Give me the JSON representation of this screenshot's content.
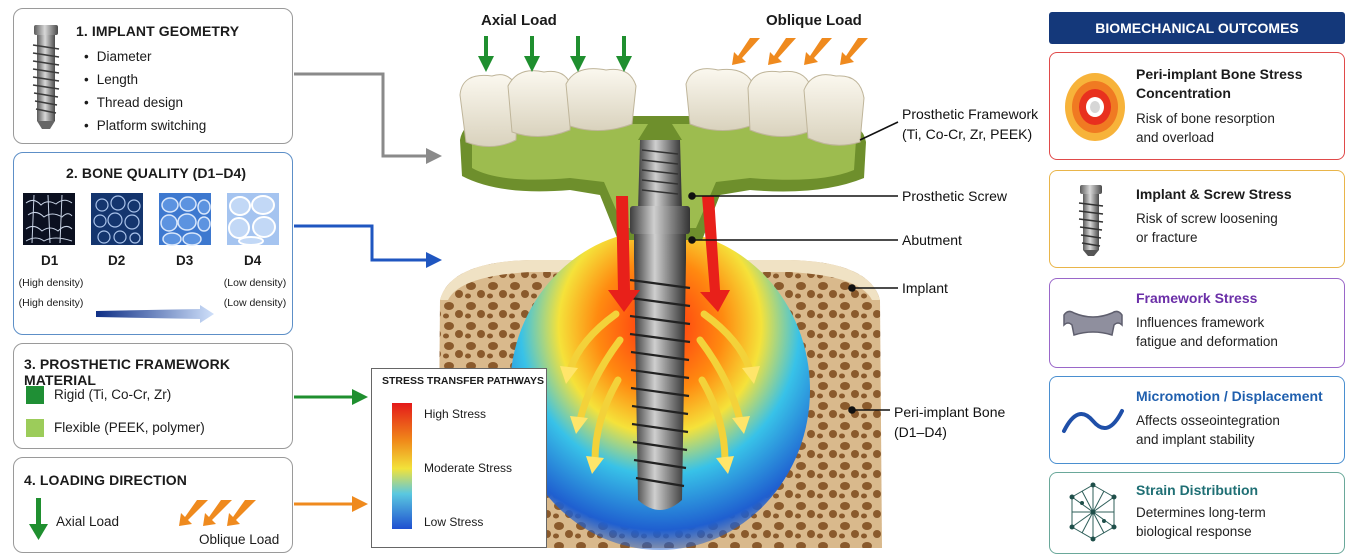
{
  "panels": {
    "geometry": {
      "title": "1. IMPLANT GEOMETRY",
      "items": [
        "Diameter",
        "Length",
        "Thread design",
        "Platform switching"
      ]
    },
    "bone": {
      "title": "2. BONE QUALITY (D1–D4)",
      "classes": [
        {
          "label": "D1",
          "note": "(High density)"
        },
        {
          "label": "D2",
          "note": ""
        },
        {
          "label": "D3",
          "note": ""
        },
        {
          "label": "D4",
          "note": "(Low density)"
        }
      ],
      "note_left_2": "(High density)",
      "note_right_2": "(Low density)"
    },
    "material": {
      "title": "3. PROSTHETIC FRAMEWORK MATERIAL",
      "rigid": "Rigid (Ti, Co-Cr, Zr)",
      "flexible": "Flexible (PEEK, polymer)"
    },
    "loading": {
      "title": "4. LOADING DIRECTION",
      "axial": "Axial Load",
      "oblique": "Oblique Load"
    }
  },
  "center": {
    "axial_label": "Axial Load",
    "oblique_label": "Oblique Load",
    "callouts": {
      "framework": [
        "Prosthetic Framework",
        "(Ti, Co-Cr, Zr, PEEK)"
      ],
      "screw": "Prosthetic Screw",
      "abutment": "Abutment",
      "implant": "Implant",
      "bone": [
        "Peri-implant Bone",
        "(D1–D4)"
      ]
    },
    "legend": {
      "title": "STRESS TRANSFER PATHWAYS",
      "high": "High Stress",
      "moderate": "Moderate Stress",
      "low": "Low Stress"
    }
  },
  "outcomes": {
    "header": "BIOMECHANICAL OUTCOMES",
    "items": [
      {
        "title": [
          "Peri-implant Bone Stress",
          "Concentration"
        ],
        "desc": [
          "Risk of bone resorption",
          "and overload"
        ],
        "color": "#e04a4a",
        "title_color": "#1b1b1b",
        "icon": "stress-target-icon"
      },
      {
        "title": [
          "Implant & Screw Stress"
        ],
        "desc": [
          "Risk of screw loosening",
          "or fracture"
        ],
        "color": "#e9b54a",
        "title_color": "#1b1b1b",
        "icon": "implant-screw-icon"
      },
      {
        "title": [
          "Framework Stress"
        ],
        "desc": [
          "Influences framework",
          "fatigue and deformation"
        ],
        "color": "#9a67c9",
        "title_color": "#6b2fa8",
        "icon": "framework-bar-icon"
      },
      {
        "title": [
          "Micromotion / Displacement"
        ],
        "desc": [
          "Affects osseointegration",
          "and implant stability"
        ],
        "color": "#4a8fd0",
        "title_color": "#1f5fae",
        "icon": "wave-icon"
      },
      {
        "title": [
          "Strain Distribution"
        ],
        "desc": [
          "Determines long-term",
          "biological response"
        ],
        "color": "#6aa89a",
        "title_color": "#1f6f74",
        "icon": "network-icon"
      }
    ]
  },
  "colors": {
    "header_bg": "#14387a",
    "green": "#1f8f2f",
    "orange": "#ef8a1e",
    "blue_arrow": "#1f56c0",
    "gray_arrow": "#8a8a8a"
  }
}
